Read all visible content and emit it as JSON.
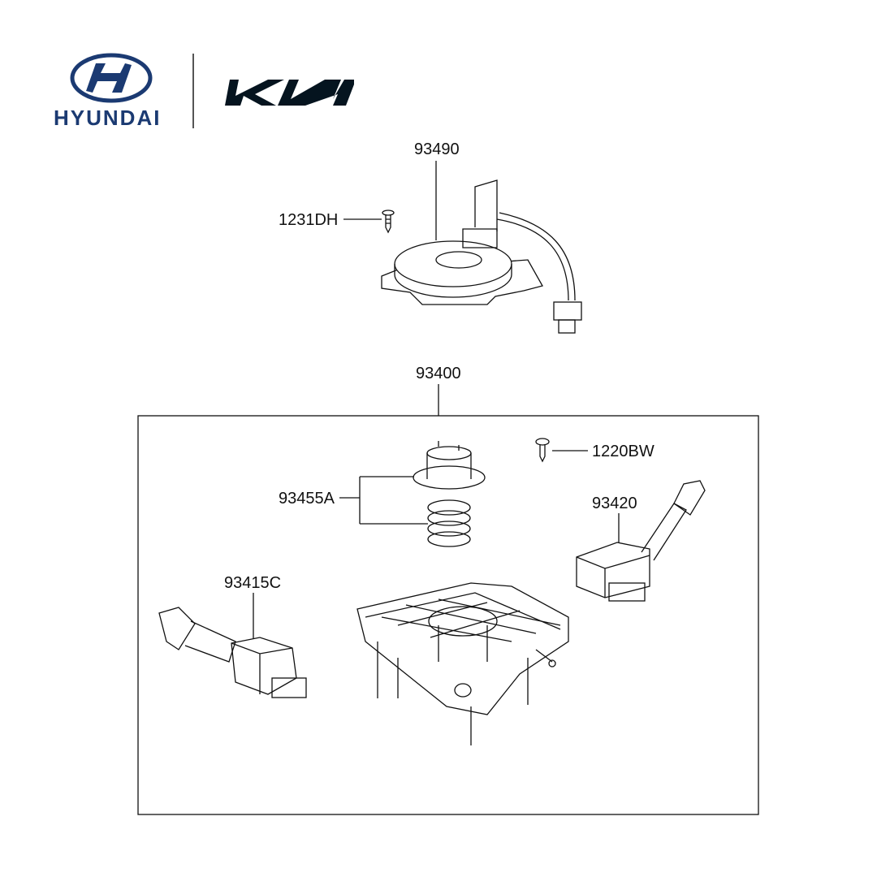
{
  "logos": {
    "hyundai": "HYUNDAI",
    "kia": "KIA"
  },
  "colors": {
    "hyundai_blue": "#1b3a72",
    "kia_black": "#05141f",
    "line": "#111111"
  },
  "parts": [
    {
      "id": "clock_spring",
      "number": "93490"
    },
    {
      "id": "screw_top",
      "number": "1231DH"
    },
    {
      "id": "switch_assembly",
      "number": "93400"
    },
    {
      "id": "screw_box",
      "number": "1220BW"
    },
    {
      "id": "cam_spring",
      "number": "93455A"
    },
    {
      "id": "wiper_switch",
      "number": "93420"
    },
    {
      "id": "light_switch",
      "number": "93415C"
    }
  ]
}
